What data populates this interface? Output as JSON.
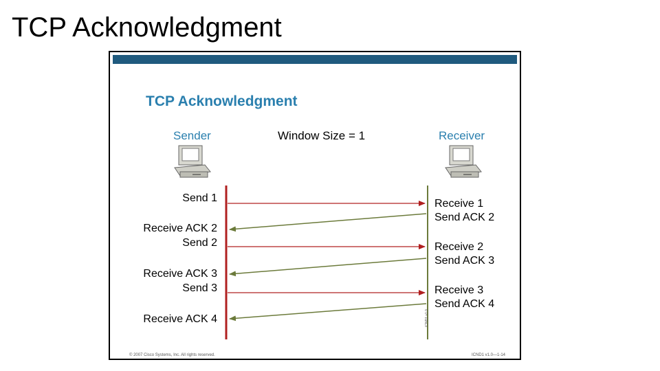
{
  "page": {
    "title": "TCP Acknowledgment"
  },
  "slide": {
    "title": "TCP Acknowledgment",
    "sender_label": "Sender",
    "receiver_label": "Receiver",
    "window_size": "Window Size = 1",
    "sender_events": [
      "Send 1",
      "Receive ACK 2",
      "Send 2",
      "Receive ACK 3",
      "Send 3",
      "Receive ACK 4"
    ],
    "receiver_events": [
      "Receive 1",
      "Send ACK 2",
      "Receive 2",
      "Send ACK 3",
      "Receive 3",
      "Send ACK 4"
    ],
    "footer_left": "© 2007 Cisco Systems, Inc. All rights reserved.",
    "footer_right": "ICND1 v1.0—1-14",
    "side_code": "ICND1 v1.0"
  },
  "colors": {
    "send_arrow": "#b02020",
    "ack_arrow": "#6b7a3a",
    "title_blue": "#2a7fae",
    "bar": "#1f5a7e"
  }
}
